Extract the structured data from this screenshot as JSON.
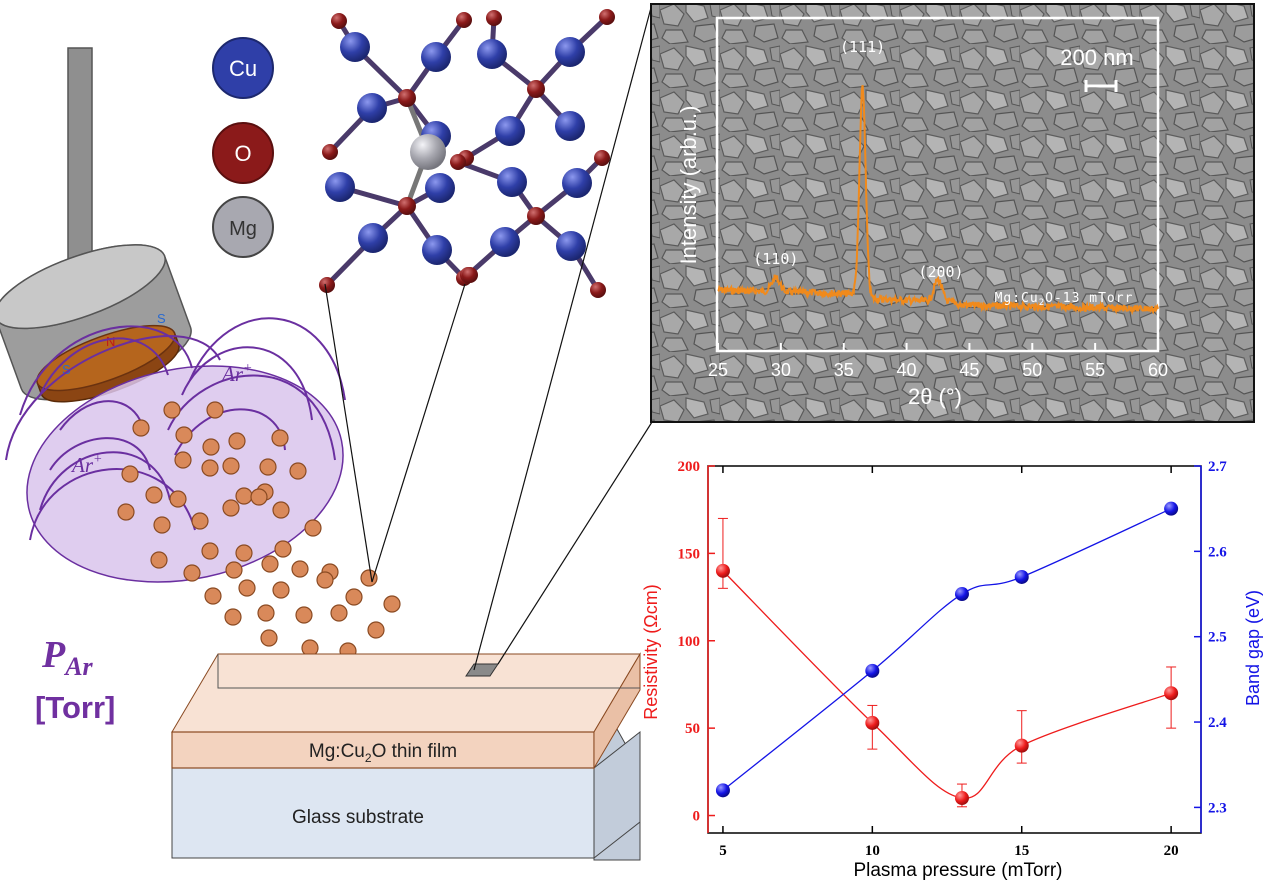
{
  "legend": {
    "cu": "Cu",
    "o": "O",
    "mg": "Mg"
  },
  "magnetron": {
    "south_left": "S",
    "north": "N",
    "south_right": "S"
  },
  "plasma": {
    "ion_right": "Ar",
    "ion_left": "Ar",
    "ion_charge": "+"
  },
  "pressure_label": {
    "symbol": "P",
    "subscript": "Ar",
    "unit": "[Torr]"
  },
  "substrate": {
    "film_prefix": "Mg:Cu",
    "film_sub": "2",
    "film_suffix": "O thin film",
    "glass": "Glass substrate"
  },
  "colors": {
    "cu": "#2f3fa8",
    "o": "#8b1a1a",
    "mg": "#a8a8b0",
    "plasma_fill": "#d9c4ec",
    "plasma_line": "#6a2fa0",
    "particle": "#d9895a",
    "film": "#f3d3bf",
    "glass": "#dde6f2",
    "resistivity": "#ee1c1c",
    "bandgap": "#1414e6",
    "xrd": "#f08a1c"
  },
  "xrd_inset": {
    "scale_bar": "200 nm",
    "ylabel": "Intensity (arb.u.)",
    "xlabel": "2θ (°)",
    "sample_prefix": "Mg:Cu",
    "sample_sub": "2",
    "sample_suffix": "O-13 mTorr",
    "peaks": [
      {
        "label": "(110)",
        "x": 29.6
      },
      {
        "label": "(111)",
        "x": 36.5
      },
      {
        "label": "(200)",
        "x": 42.5
      }
    ],
    "xticks": [
      "25",
      "30",
      "35",
      "40",
      "45",
      "50",
      "55",
      "60"
    ]
  },
  "chart_data": {
    "type": "line",
    "xlabel": "Plasma pressure (mTorr)",
    "ylabel_left": "Resistivity (Ωcm)",
    "ylabel_right": "Band gap (eV)",
    "x": [
      5,
      10,
      13,
      15,
      20
    ],
    "xlim": [
      4.5,
      21
    ],
    "ylim_left": [
      -10,
      200
    ],
    "ylim_right": [
      2.27,
      2.7
    ],
    "xticks": [
      5,
      10,
      15,
      20
    ],
    "yticks_left": [
      0,
      50,
      100,
      150,
      200
    ],
    "yticks_right": [
      2.3,
      2.4,
      2.5,
      2.6,
      2.7
    ],
    "series": [
      {
        "axis": "left",
        "values": [
          140,
          53,
          10,
          40,
          70
        ],
        "err_up": [
          30,
          10,
          8,
          20,
          15
        ],
        "err_down": [
          10,
          15,
          5,
          10,
          20
        ]
      },
      {
        "axis": "right",
        "values": [
          2.32,
          2.46,
          2.55,
          2.57,
          2.65
        ]
      }
    ]
  }
}
